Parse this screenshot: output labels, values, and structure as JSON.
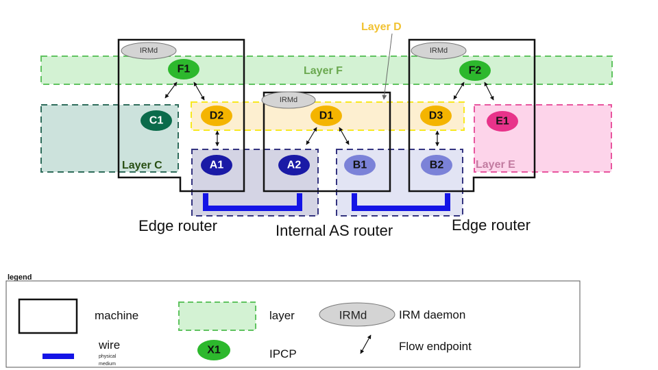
{
  "layers": {
    "F": {
      "label": "Layer F",
      "color": "#6aa84f"
    },
    "D": {
      "label": "Layer D",
      "color": "#f1c232"
    },
    "C": {
      "label": "Layer C",
      "color": "#274e13"
    },
    "E": {
      "label": "Layer E",
      "color": "#c27ba0"
    }
  },
  "nodes": {
    "F1": "F1",
    "F2": "F2",
    "C1": "C1",
    "D1": "D1",
    "D2": "D2",
    "D3": "D3",
    "E1": "E1",
    "A1": "A1",
    "A2": "A2",
    "B1": "B1",
    "B2": "B2"
  },
  "irmd_label": "IRMd",
  "captions": {
    "edge_left": "Edge router",
    "internal": "Internal AS router",
    "edge_right": "Edge router"
  },
  "legend": {
    "title": "legend",
    "machine": "machine",
    "layer": "layer",
    "irm_daemon_symbol": "IRMd",
    "irm_daemon": "IRM daemon",
    "wire": "wire",
    "wire_sub1": "physical",
    "wire_sub2": "medium",
    "ipcp_symbol": "X1",
    "ipcp": "IPCP",
    "flow_endpoint": "Flow endpoint"
  },
  "colors": {
    "ipcp_green": "#2db82d",
    "ipcp_orange": "#f4b400",
    "ipcp_dark_green": "#0b6b4b",
    "ipcp_pink": "#e8338a",
    "ipcp_navy": "#1a1aa6",
    "ipcp_periwinkle": "#7b82d8",
    "wire": "#1414e6"
  }
}
